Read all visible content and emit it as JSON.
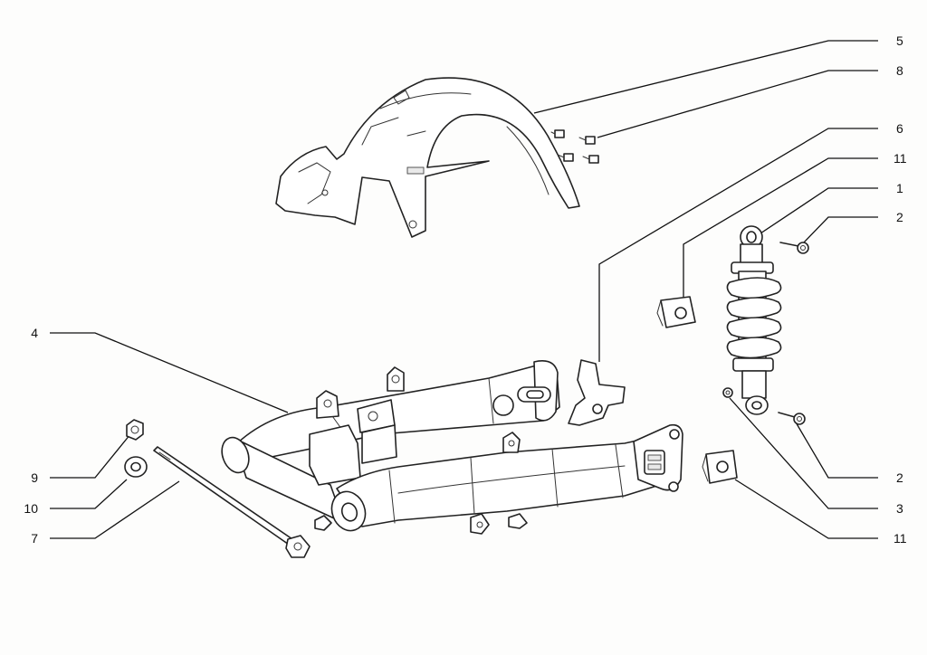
{
  "callouts": {
    "c5": "5",
    "c8": "8",
    "c6": "6",
    "c11a": "11",
    "c1": "1",
    "c2a": "2",
    "c4": "4",
    "c9": "9",
    "c10": "10",
    "c7": "7",
    "c2b": "2",
    "c3": "3",
    "c11b": "11"
  }
}
